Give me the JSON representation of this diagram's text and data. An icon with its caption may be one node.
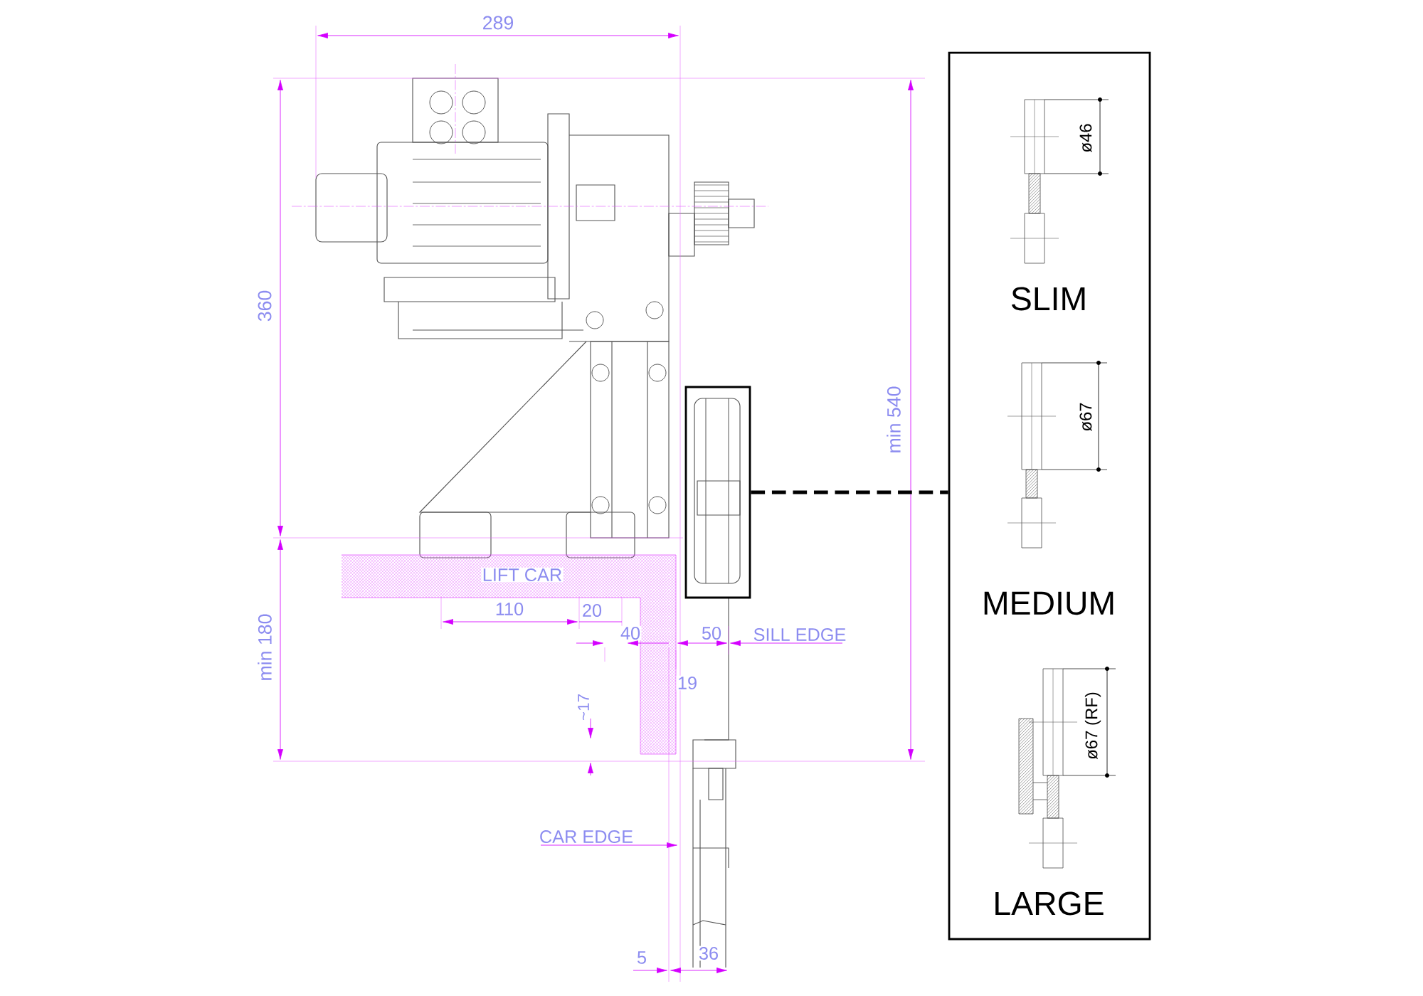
{
  "diagram": {
    "nodes": [
      {
        "text": [],
        "shape": "box"
      },
      {
        "text": [
          "SLIM",
          "MEDIUM",
          "LARGE"
        ]
      }
    ],
    "edges": [
      {
        "from": 0,
        "to": 1,
        "arrow": "none",
        "style": "dashed"
      }
    ],
    "labels": [
      "289",
      "360",
      "min 540",
      "ø46",
      "ø67",
      "LIFT CAR",
      "110",
      "20",
      "40",
      "50",
      "SILL EDGE",
      "ø67 (RF)",
      "19",
      "~17",
      "min 180",
      "CAR EDGE",
      "5",
      "36"
    ]
  }
}
